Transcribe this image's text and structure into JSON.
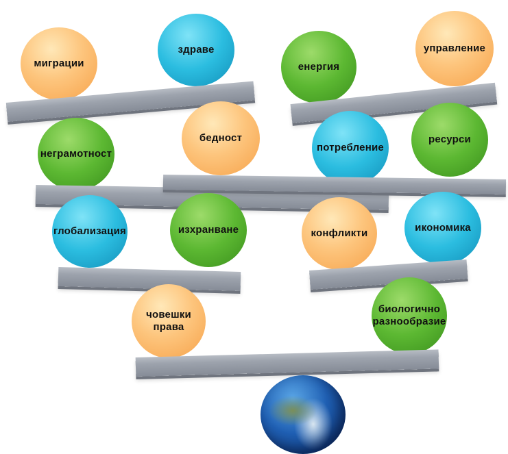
{
  "balls": {
    "migratsii": "миграции",
    "zdrave": "здраве",
    "energiya": "енергия",
    "upravlenie": "управление",
    "negramotnost": "неграмотност",
    "bednost": "бедност",
    "potreblenie": "потребление",
    "resursi": "ресурси",
    "globalizatsiya": "глобализация",
    "izhranvane": "изхранване",
    "konflikti": "конфликти",
    "ikonomika": "икономика",
    "choveshki_prava": "човешки\nправа",
    "biologichno": "биологично\nразнообразие"
  },
  "colors": {
    "orange": "#fdc57d",
    "blue": "#2bbde0",
    "green": "#5cb832",
    "plank": "#9da3ad",
    "globe": "#1f5fb3"
  }
}
